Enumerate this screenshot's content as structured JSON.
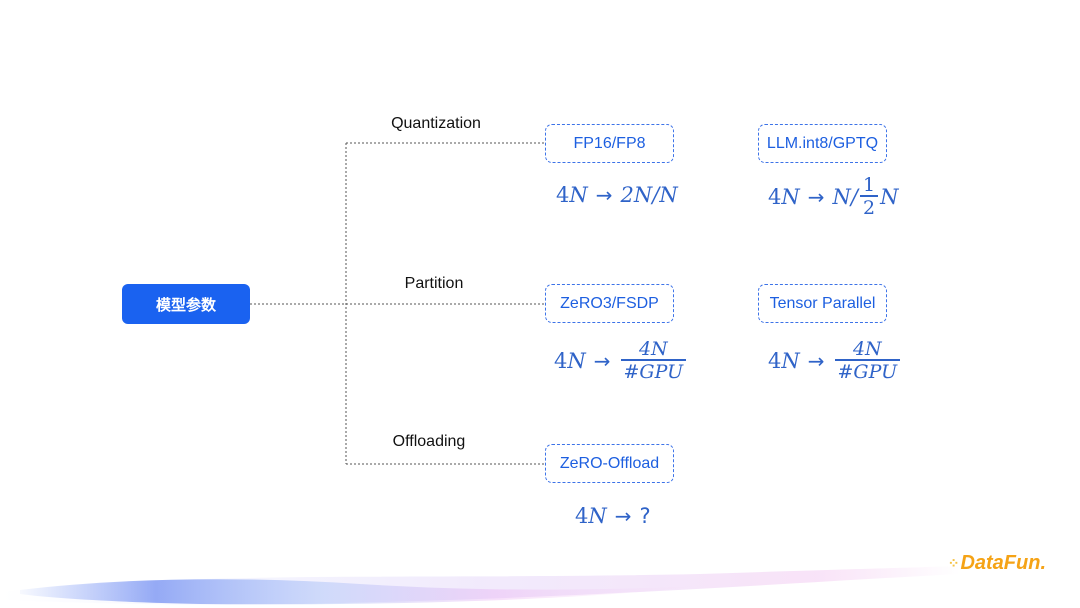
{
  "root": {
    "label": "模型参数"
  },
  "branches": [
    {
      "label": "Quantization"
    },
    {
      "label": "Partition"
    },
    {
      "label": "Offloading"
    }
  ],
  "boxes": {
    "fp16": "FP16/FP8",
    "llmint8": "LLM.int8/GPTQ",
    "zero3": "ZeRO3/FSDP",
    "tensor": "Tensor Parallel",
    "offload": "ZeRO-Offload"
  },
  "formulas": {
    "four_n": "4",
    "n": "N",
    "arrow": "→",
    "fp16_rhs": "2N/N",
    "llm_n_slash": "N/",
    "llm_num": "1",
    "llm_den": "2",
    "llm_tail": "N",
    "gpu_num": "4N",
    "gpu_den": "#GPU",
    "offload_rhs": "?"
  },
  "logo": {
    "text": "DataFun."
  },
  "colors": {
    "accent": "#1a62f0",
    "box_border": "#3d73e8",
    "formula": "#2f63c8",
    "logo": "#f5a316"
  }
}
